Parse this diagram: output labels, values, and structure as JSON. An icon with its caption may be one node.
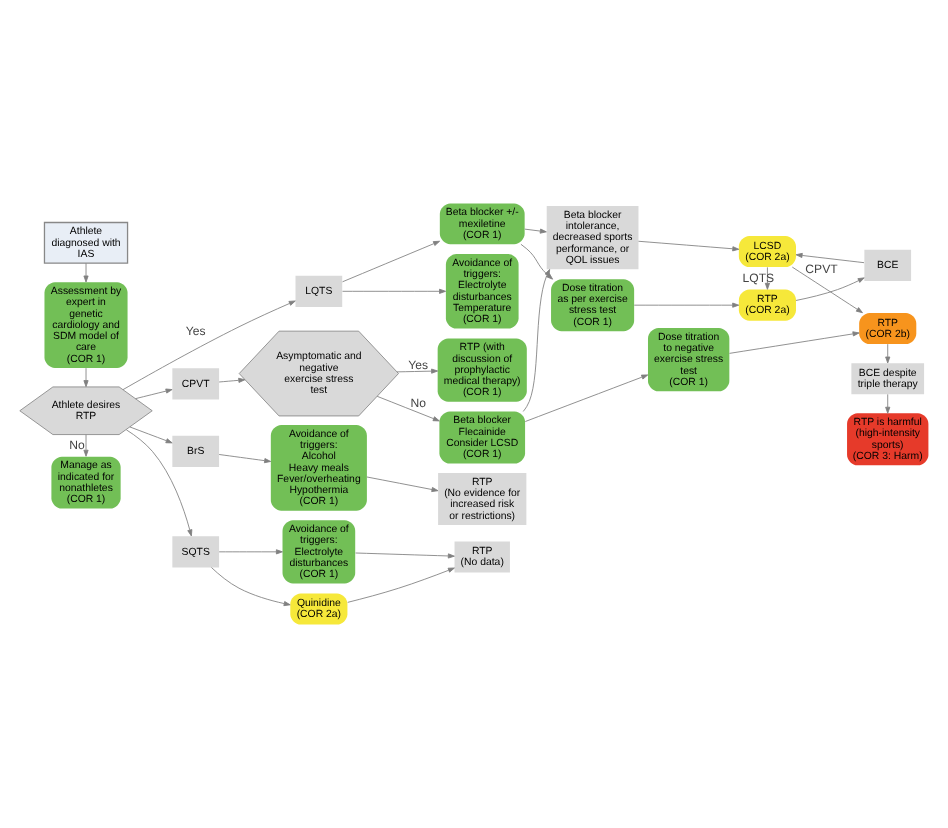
{
  "diagram": {
    "nodes": [
      {
        "text": [
          "Athlete diagnosed with IAS"
        ]
      },
      {
        "text": [
          "Assessment by expert in genetic cardiology and SDM model of care",
          "(COR 1)"
        ]
      },
      {
        "text": [
          "Athlete desires RTP"
        ]
      },
      {
        "text": [
          "Manage as indicated for nonathletes",
          "(COR 1)"
        ]
      },
      {
        "text": [
          "LQTS"
        ]
      },
      {
        "text": [
          "CPVT"
        ]
      },
      {
        "text": [
          "BrS"
        ]
      },
      {
        "text": [
          "SQTS"
        ]
      },
      {
        "text": [
          "Avoidance of triggers:",
          "Electrolyte disturbances",
          "Temperature",
          "(COR 1)"
        ]
      },
      {
        "text": [
          "Beta blocker +/- mexiletine",
          "(COR 1)"
        ]
      },
      {
        "text": [
          "Dose titration as per exercise stress test",
          "(COR 1)"
        ]
      },
      {
        "text": [
          "RTP",
          "(COR 2a)"
        ]
      },
      {
        "text": [
          "BCE"
        ]
      },
      {
        "text": [
          "Beta blocker intolerance, decreased sports performance, or QOL issues"
        ]
      },
      {
        "text": [
          "LCSD",
          "(COR 2a)"
        ]
      },
      {
        "text": [
          "Asymptomatic and negative exercise stress test"
        ]
      },
      {
        "text": [
          "Beta blocker",
          "Flecainide",
          "Consider LCSD",
          "(COR 1)"
        ]
      },
      {
        "text": [
          "Dose titration to negative exercise stress test",
          "(COR 1)"
        ]
      },
      {
        "text": [
          "RTP",
          "(COR 2b)"
        ]
      },
      {
        "text": [
          "RTP (with discussion of prophylactic medical therapy)",
          "(COR 1)"
        ]
      },
      {
        "text": [
          "BCE despite triple therapy"
        ]
      },
      {
        "text": [
          "RTP is harmful",
          "(high-intensity sports)",
          "(COR 3: Harm)"
        ]
      },
      {
        "text": [
          "Avoidance of triggers:",
          "Alcohol",
          "Heavy meals",
          "Fever/overheating",
          "Hypothermia",
          "(COR 1)"
        ]
      },
      {
        "text": [
          "RTP",
          "(No evidence for increased risk or restrictions)"
        ]
      },
      {
        "text": [
          "Avoidance of triggers:",
          "Electrolyte disturbances",
          "(COR 1)"
        ]
      },
      {
        "text": [
          "Quinidine",
          "(COR 2a)"
        ]
      },
      {
        "text": [
          "RTP",
          "(No data)"
        ]
      }
    ],
    "edges": [
      {
        "from": 0,
        "to": 1,
        "arrow": "to"
      },
      {
        "from": 1,
        "to": 2,
        "arrow": "to"
      },
      {
        "from": 2,
        "to": 3,
        "arrow": "to",
        "label": "No"
      },
      {
        "from": 2,
        "to": 4,
        "arrow": "to",
        "label": "Yes"
      },
      {
        "from": 2,
        "to": 5,
        "arrow": "to"
      },
      {
        "from": 2,
        "to": 6,
        "arrow": "to"
      },
      {
        "from": 2,
        "to": 7,
        "arrow": "to"
      },
      {
        "from": 4,
        "to": 8,
        "arrow": "to"
      },
      {
        "from": 4,
        "to": 9,
        "arrow": "to"
      },
      {
        "from": 9,
        "to": 10,
        "arrow": "to"
      },
      {
        "from": 10,
        "to": 11,
        "arrow": "to"
      },
      {
        "from": 11,
        "to": 12,
        "arrow": "to"
      },
      {
        "from": 12,
        "to": 14,
        "arrow": "to"
      },
      {
        "from": 9,
        "to": 13,
        "arrow": "to"
      },
      {
        "from": 13,
        "to": 14,
        "arrow": "to"
      },
      {
        "from": 14,
        "to": 11,
        "arrow": "to",
        "label": "LQTS"
      },
      {
        "from": 14,
        "to": 18,
        "arrow": "to",
        "label": "CPVT"
      },
      {
        "from": 5,
        "to": 15,
        "arrow": "to"
      },
      {
        "from": 15,
        "to": 16,
        "arrow": "to",
        "label": "No"
      },
      {
        "from": 15,
        "to": 19,
        "arrow": "to",
        "label": "Yes"
      },
      {
        "from": 16,
        "to": 13,
        "arrow": "to"
      },
      {
        "from": 16,
        "to": 17,
        "arrow": "to"
      },
      {
        "from": 17,
        "to": 18,
        "arrow": "to"
      },
      {
        "from": 18,
        "to": 20,
        "arrow": "to"
      },
      {
        "from": 20,
        "to": 21,
        "arrow": "to"
      },
      {
        "from": 6,
        "to": 22,
        "arrow": "to"
      },
      {
        "from": 22,
        "to": 23,
        "arrow": "to"
      },
      {
        "from": 7,
        "to": 24,
        "arrow": "to"
      },
      {
        "from": 7,
        "to": 25,
        "arrow": "to"
      },
      {
        "from": 24,
        "to": 26,
        "arrow": "to"
      },
      {
        "from": 25,
        "to": 26,
        "arrow": "to"
      }
    ]
  }
}
